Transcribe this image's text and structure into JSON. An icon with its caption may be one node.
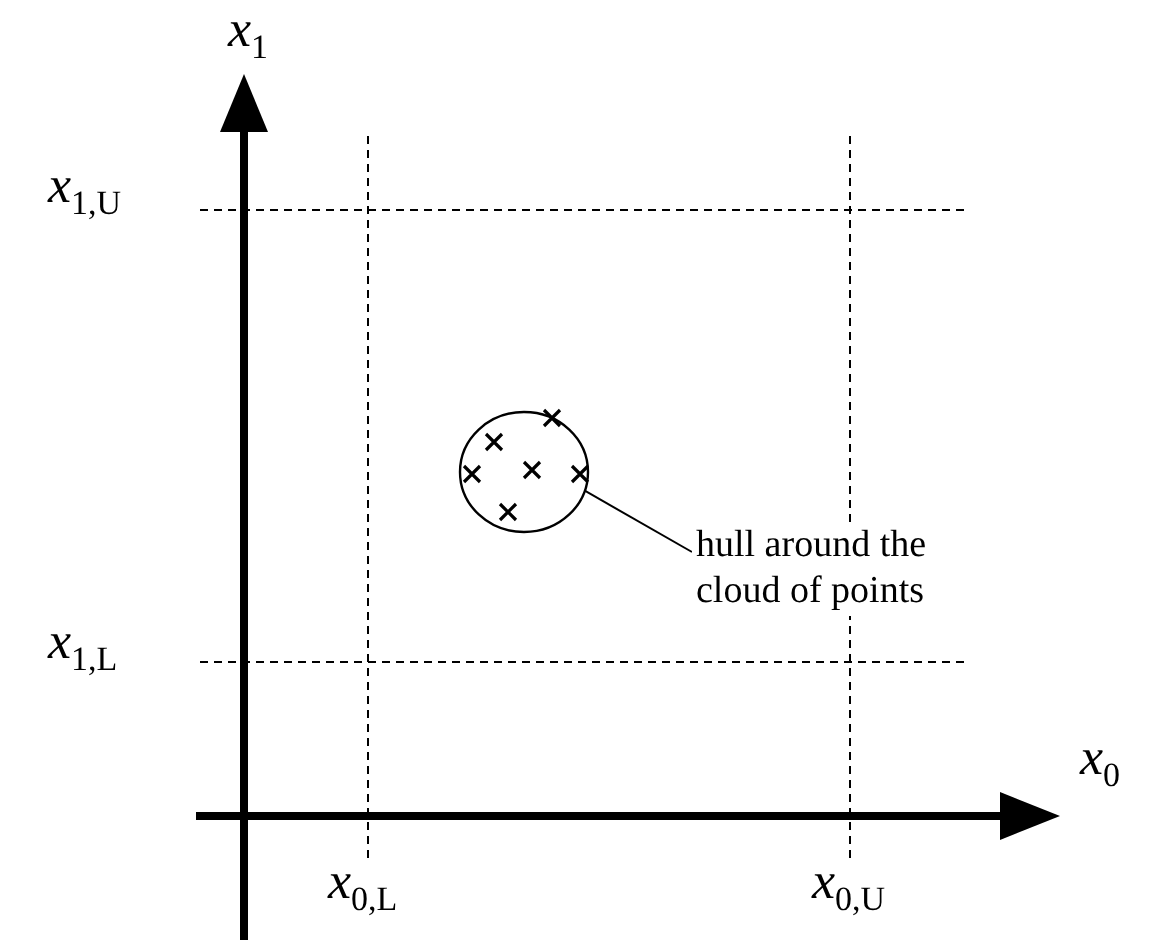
{
  "diagram": {
    "nodes": [
      {
        "text": [],
        "shape": "circle"
      },
      {
        "text": [
          "hull around the cloud of points"
        ]
      }
    ],
    "edges": [
      {
        "from": 1,
        "to": 0,
        "arrow": "none"
      }
    ],
    "labels": [
      "*x*$_{1}$",
      "*x*$_{1,U}$",
      "*x*$_{1,L}$",
      "*x*$_{0}$",
      "*x*$_{0,L}$",
      "*x*$_{0,U}$"
    ]
  }
}
